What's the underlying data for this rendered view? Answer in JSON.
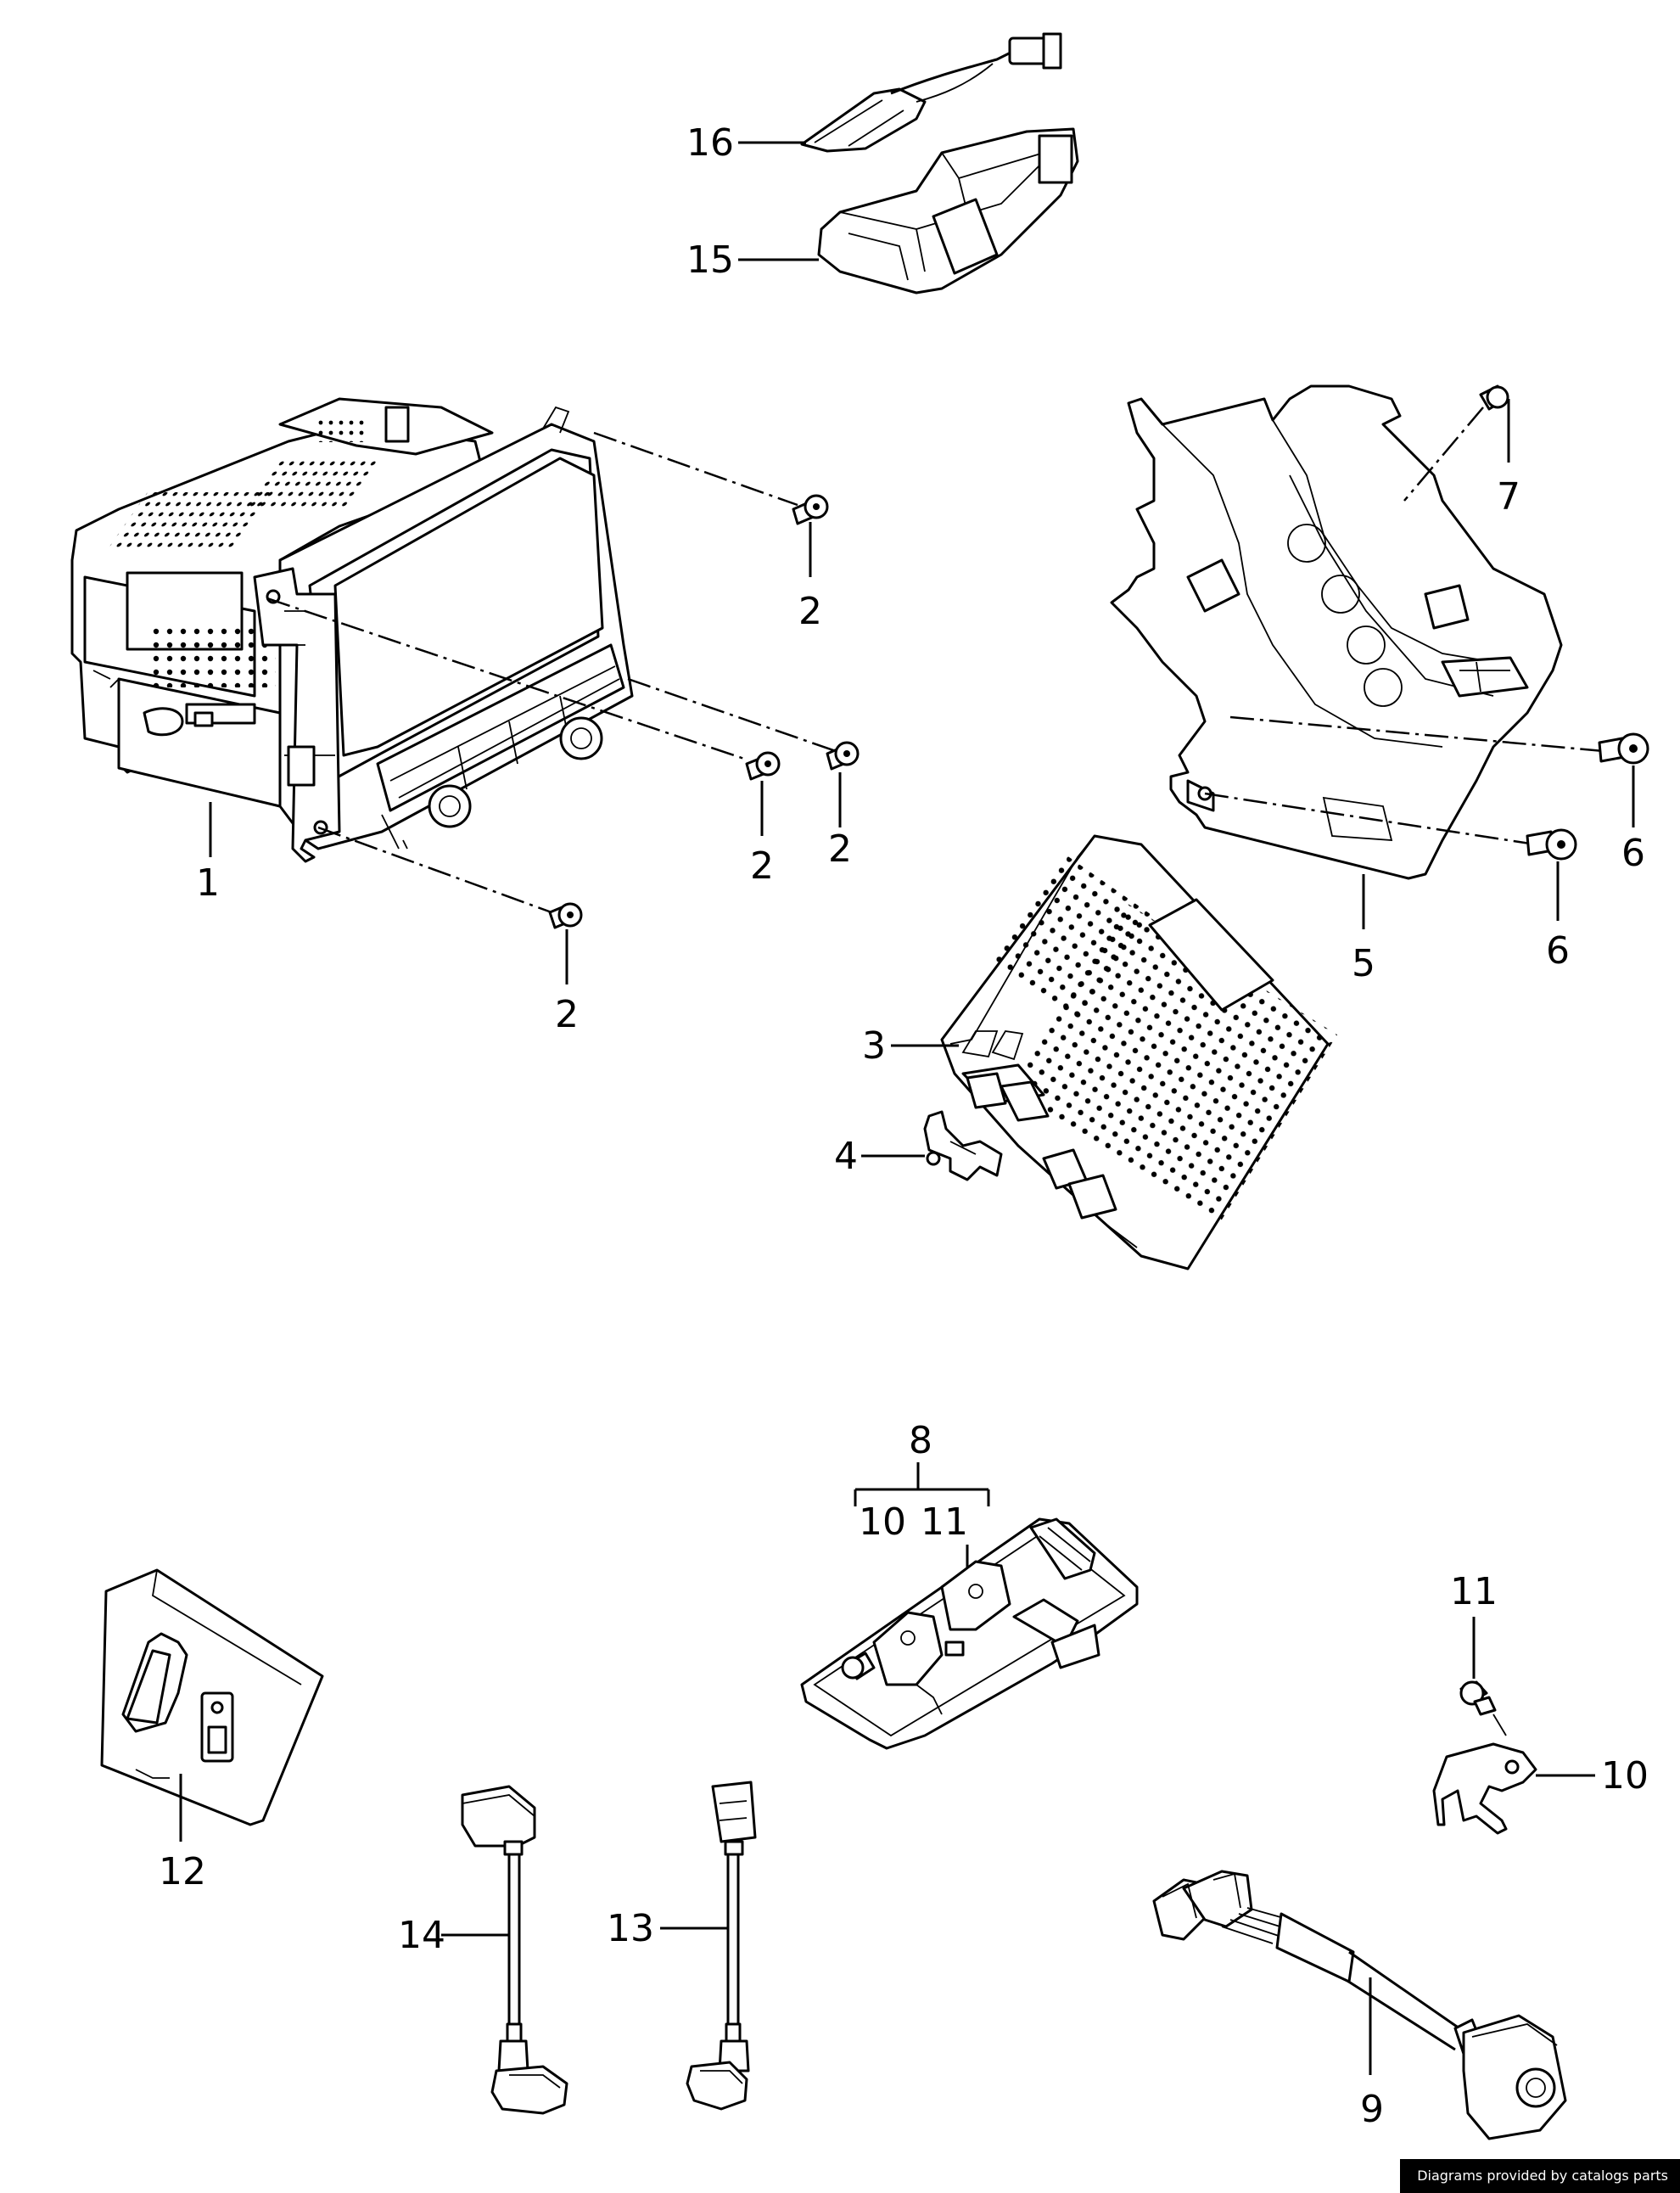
{
  "callouts": {
    "p1": "1",
    "p2a": "2",
    "p2b": "2",
    "p2c": "2",
    "p2d": "2",
    "p3": "3",
    "p4": "4",
    "p5": "5",
    "p6a": "6",
    "p6b": "6",
    "p7": "7",
    "p8": "8",
    "p8_10": "10",
    "p8_11": "11",
    "p9": "9",
    "p10": "10",
    "p11": "11",
    "p12": "12",
    "p13": "13",
    "p14": "14",
    "p15": "15",
    "p16": "16"
  },
  "footer": {
    "credit": "Diagrams provided by catalogs parts"
  }
}
